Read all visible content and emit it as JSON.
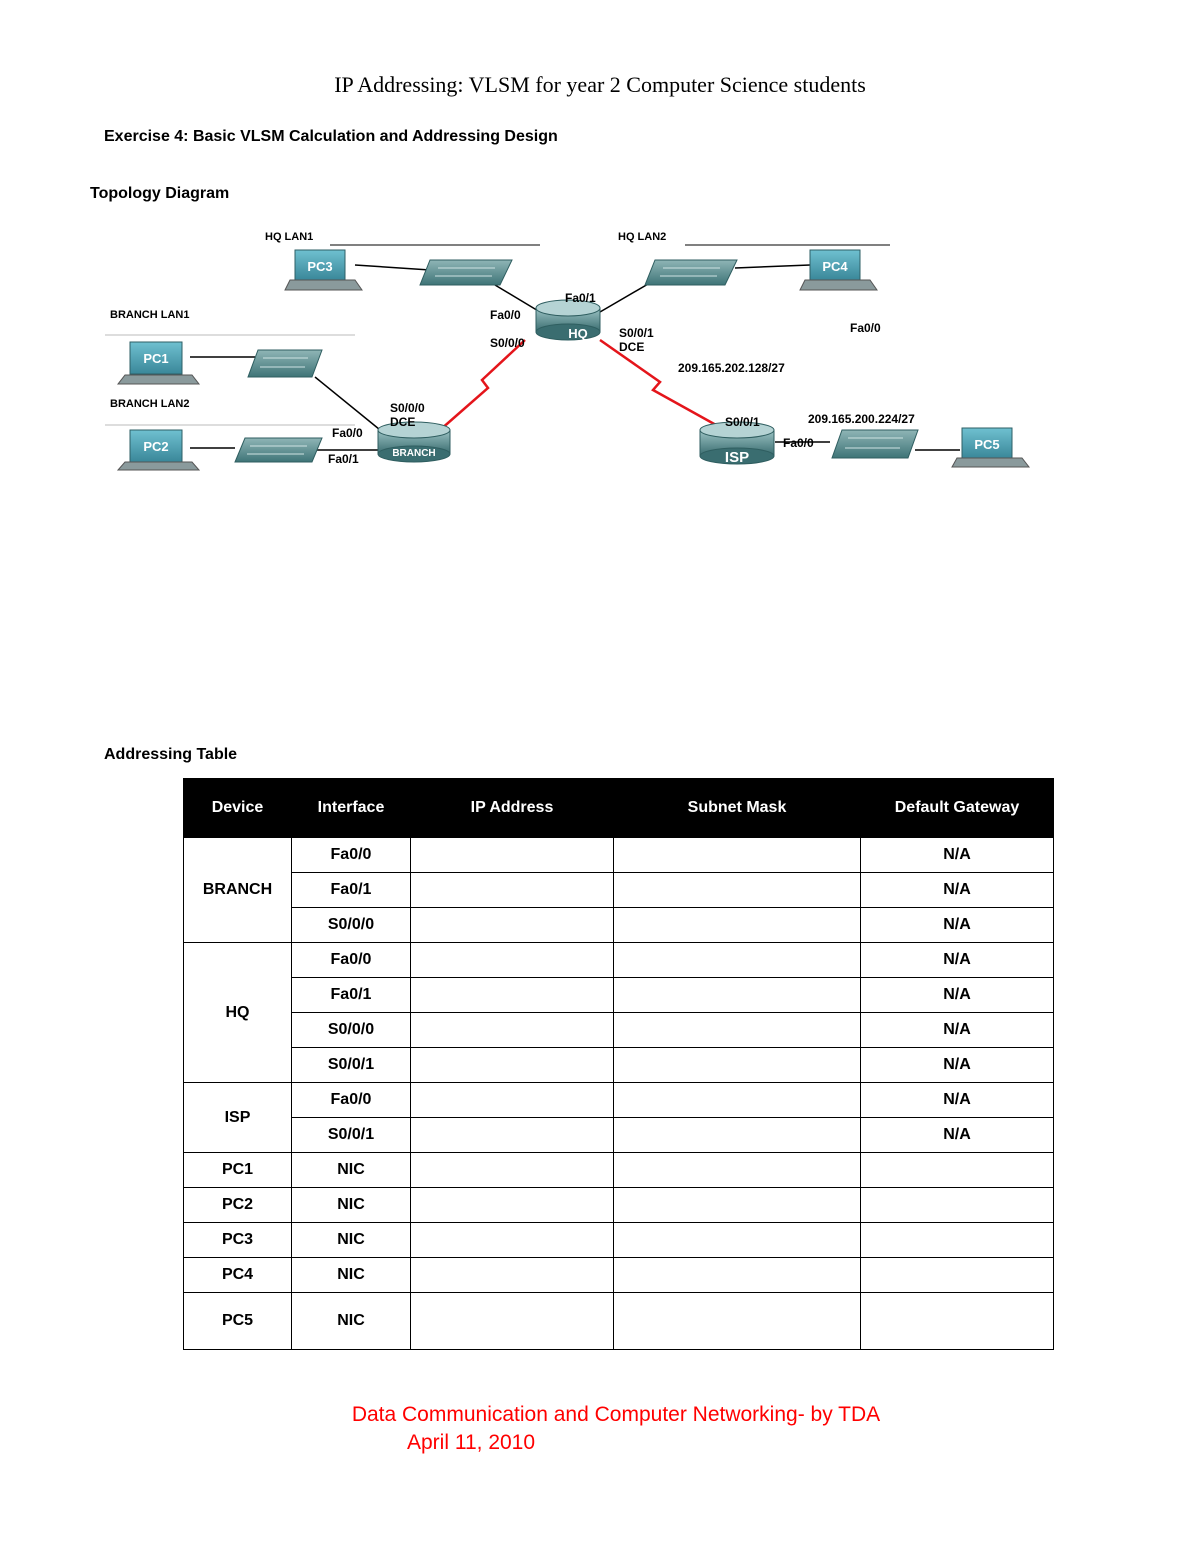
{
  "title": "IP Addressing: VLSM for year 2 Computer Science students",
  "exercise": "Exercise 4: Basic VLSM Calculation and Addressing Design",
  "topology_heading": "Topology Diagram",
  "topology": {
    "lan_labels": {
      "hq_lan1": "HQ LAN1",
      "hq_lan2": "HQ LAN2",
      "branch_lan1": "BRANCH LAN1",
      "branch_lan2": "BRANCH LAN2"
    },
    "pcs": {
      "pc1": "PC1",
      "pc2": "PC2",
      "pc3": "PC3",
      "pc4": "PC4",
      "pc5": "PC5"
    },
    "routers": {
      "hq": "HQ",
      "branch": "BRANCH",
      "isp": "ISP"
    },
    "interfaces": {
      "hq_fa00": "Fa0/0",
      "hq_fa01": "Fa0/1",
      "hq_s000": "S0/0/0",
      "hq_s001": "S0/0/1",
      "hq_dce": "DCE",
      "stray_fa00": "Fa0/0",
      "branch_s000": "S0/0/0",
      "branch_dce": "DCE",
      "branch_fa00": "Fa0/0",
      "branch_fa01": "Fa0/1",
      "isp_s001": "S0/0/1",
      "isp_fa00": "Fa0/0"
    },
    "networks": {
      "wan_hq_isp": "209.165.202.128/27",
      "isp_lan": "209.165.200.224/27"
    },
    "colors": {
      "device": "#4e8a8c",
      "pc_screen": "#53a3b5",
      "wan_link": "#e4151b"
    }
  },
  "addressing_heading": "Addressing Table",
  "table": {
    "headers": [
      "Device",
      "Interface",
      "IP Address",
      "Subnet Mask",
      "Default Gateway"
    ],
    "groups": [
      {
        "device": "BRANCH",
        "rows": [
          {
            "interface": "Fa0/0",
            "ip": "",
            "mask": "",
            "gateway": "N/A"
          },
          {
            "interface": "Fa0/1",
            "ip": "",
            "mask": "",
            "gateway": "N/A"
          },
          {
            "interface": "S0/0/0",
            "ip": "",
            "mask": "",
            "gateway": "N/A"
          }
        ]
      },
      {
        "device": "HQ",
        "rows": [
          {
            "interface": "Fa0/0",
            "ip": "",
            "mask": "",
            "gateway": "N/A"
          },
          {
            "interface": "Fa0/1",
            "ip": "",
            "mask": "",
            "gateway": "N/A"
          },
          {
            "interface": "S0/0/0",
            "ip": "",
            "mask": "",
            "gateway": "N/A"
          },
          {
            "interface": "S0/0/1",
            "ip": "",
            "mask": "",
            "gateway": "N/A"
          }
        ]
      },
      {
        "device": "ISP",
        "rows": [
          {
            "interface": "Fa0/0",
            "ip": "",
            "mask": "",
            "gateway": "N/A"
          },
          {
            "interface": "S0/0/1",
            "ip": "",
            "mask": "",
            "gateway": "N/A"
          }
        ]
      },
      {
        "device": "PC1",
        "rows": [
          {
            "interface": "NIC",
            "ip": "",
            "mask": "",
            "gateway": ""
          }
        ]
      },
      {
        "device": "PC2",
        "rows": [
          {
            "interface": "NIC",
            "ip": "",
            "mask": "",
            "gateway": ""
          }
        ]
      },
      {
        "device": "PC3",
        "rows": [
          {
            "interface": "NIC",
            "ip": "",
            "mask": "",
            "gateway": ""
          }
        ]
      },
      {
        "device": "PC4",
        "rows": [
          {
            "interface": "NIC",
            "ip": "",
            "mask": "",
            "gateway": ""
          }
        ]
      },
      {
        "device": "PC5",
        "rows": [
          {
            "interface": "NIC",
            "ip": "",
            "mask": "",
            "gateway": ""
          }
        ]
      }
    ]
  },
  "footer": {
    "line1": "Data Communication and Computer Networking- by TDA",
    "line2": "April 11, 2010"
  }
}
